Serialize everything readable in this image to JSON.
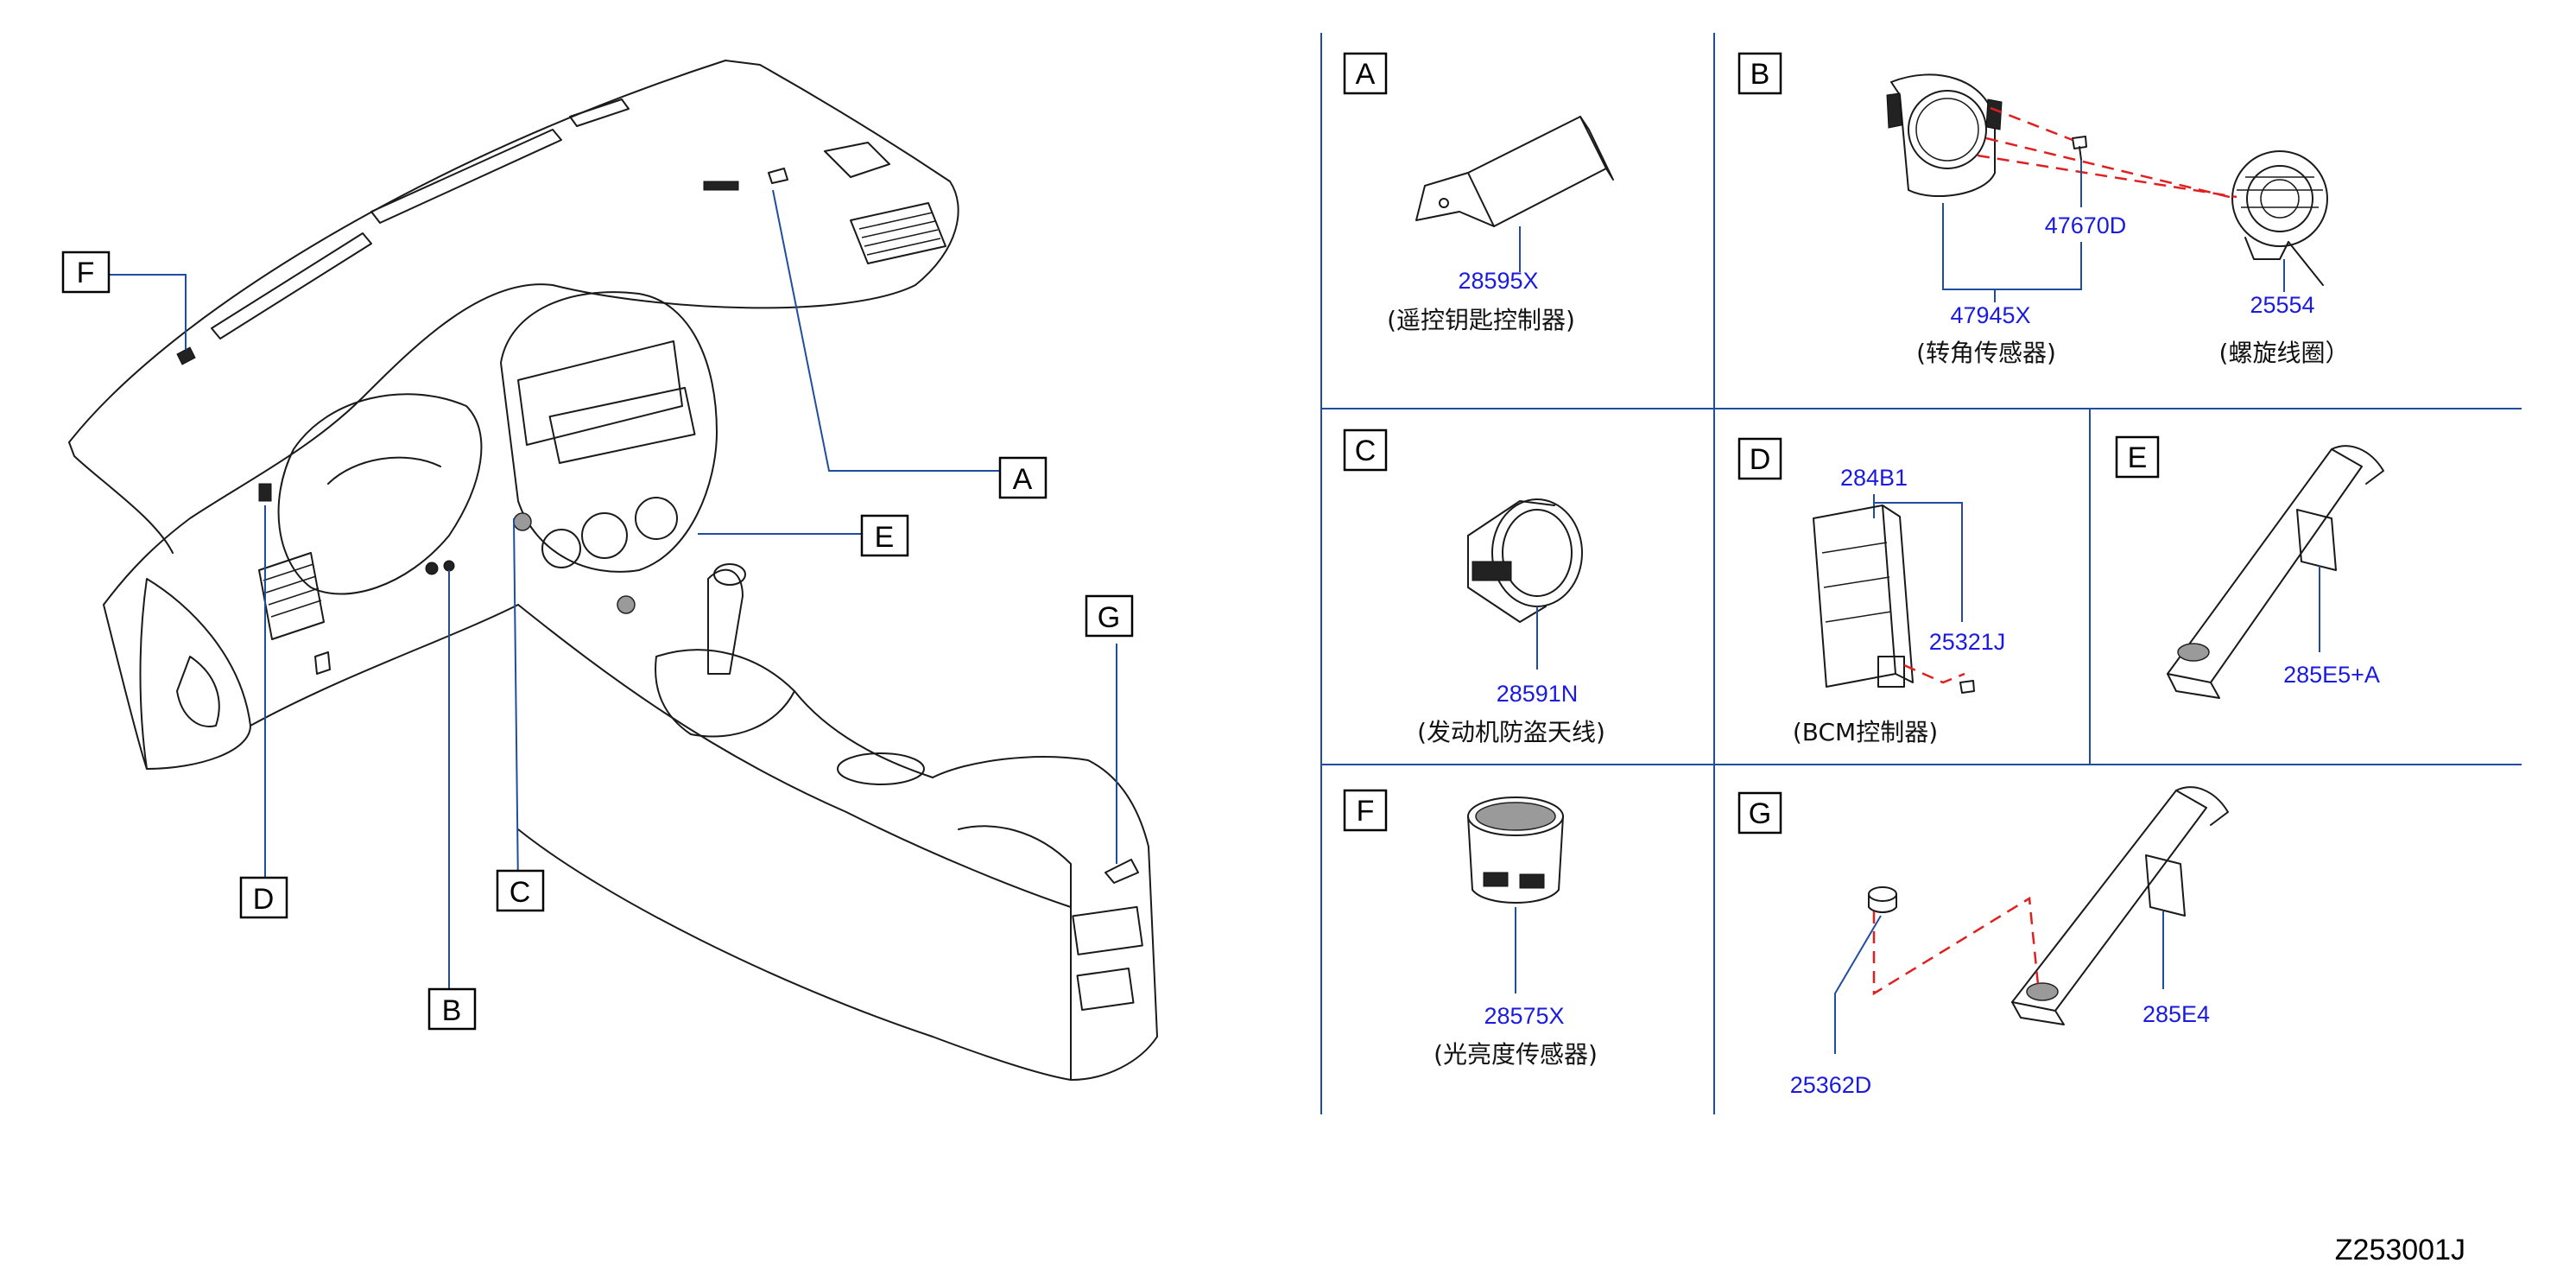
{
  "callouts": {
    "A": "A",
    "B": "B",
    "C": "C",
    "D": "D",
    "E": "E",
    "F": "F",
    "G": "G"
  },
  "panels": {
    "A": {
      "letter": "A",
      "parts": [
        {
          "number": "28595X"
        }
      ],
      "caption": "(遥控钥匙控制器)"
    },
    "B": {
      "letter": "B",
      "parts": [
        {
          "number": "47670D"
        },
        {
          "number": "47945X"
        },
        {
          "number": "25554"
        }
      ],
      "caption_sensor": "(转角传感器)",
      "caption_spiral": "(螺旋线圈）"
    },
    "C": {
      "letter": "C",
      "parts": [
        {
          "number": "28591N"
        }
      ],
      "caption": "(发动机防盗天线)"
    },
    "D": {
      "letter": "D",
      "parts": [
        {
          "number": "284B1"
        },
        {
          "number": "25321J"
        }
      ],
      "caption": "(BCM控制器)"
    },
    "E": {
      "letter": "E",
      "parts": [
        {
          "number": "285E5+A"
        }
      ]
    },
    "F": {
      "letter": "F",
      "parts": [
        {
          "number": "28575X"
        }
      ],
      "caption": "(光亮度传感器)"
    },
    "G": {
      "letter": "G",
      "parts": [
        {
          "number": "25362D"
        },
        {
          "number": "285E4"
        }
      ]
    }
  },
  "diagram_code": "Z253001J",
  "colors": {
    "leader_lines": "#1f4e9e",
    "part_numbers": "#1a1ae0",
    "hidden_lines": "#e02020",
    "outline": "#1a1a1a"
  }
}
